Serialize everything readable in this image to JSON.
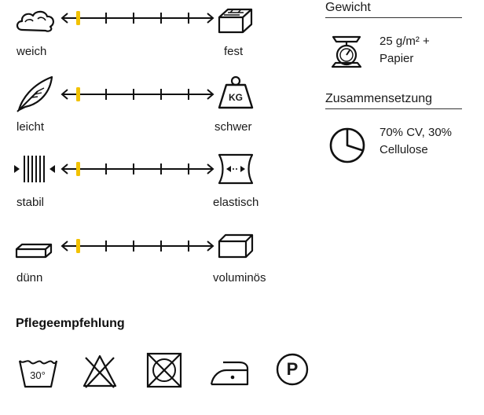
{
  "properties": [
    {
      "left_label": "weich",
      "right_label": "fest",
      "left_icon": "cloud-icon",
      "right_icon": "brick-icon",
      "level": 0.0
    },
    {
      "left_label": "leicht",
      "right_label": "schwer",
      "left_icon": "feather-icon",
      "right_icon": "kg-weight-icon",
      "level": 0.0,
      "weight_text": "KG"
    },
    {
      "left_label": "stabil",
      "right_label": "elastisch",
      "left_icon": "compressed-lines-icon",
      "right_icon": "stretch-icon",
      "level": 0.0
    },
    {
      "left_label": "dünn",
      "right_label": "voluminös",
      "left_icon": "flat-bar-icon",
      "right_icon": "box-icon",
      "level": 0.0
    }
  ],
  "marker_color": "#f2c200",
  "weight": {
    "title": "Gewicht",
    "value_line1": "25 g/m² +",
    "value_line2": "Papier",
    "icon": "scale-icon"
  },
  "composition": {
    "title": "Zusammensetzung",
    "value_line1": "70% CV, 30%",
    "value_line2": "Cellulose",
    "icon": "pie-icon",
    "pie_share": 0.7
  },
  "care": {
    "title": "Pflegeempfehlung",
    "icons": [
      "wash-30-icon",
      "no-bleach-icon",
      "no-tumble-dry-icon",
      "iron-low-icon",
      "dry-clean-p-icon"
    ],
    "wash_temp": "30°",
    "dry_clean_letter": "P"
  }
}
